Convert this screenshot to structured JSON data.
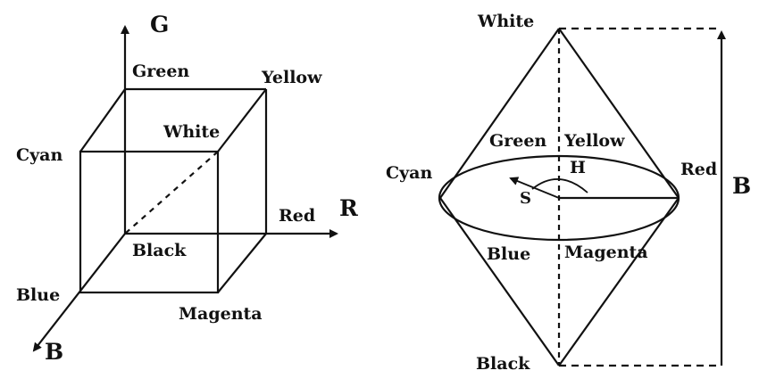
{
  "rgb_cube": {
    "axis_g": "G",
    "axis_r": "R",
    "axis_b": "B",
    "vertices": {
      "green": "Green",
      "yellow": "Yellow",
      "white": "White",
      "cyan": "Cyan",
      "red": "Red",
      "black": "Black",
      "blue": "Blue",
      "magenta": "Magenta"
    }
  },
  "hsb_cone": {
    "top": "White",
    "bottom": "Black",
    "green": "Green",
    "yellow": "Yellow",
    "hue": "H",
    "cyan": "Cyan",
    "red": "Red",
    "saturation": "S",
    "blue": "Blue",
    "magenta": "Magenta",
    "axis_b": "B"
  }
}
